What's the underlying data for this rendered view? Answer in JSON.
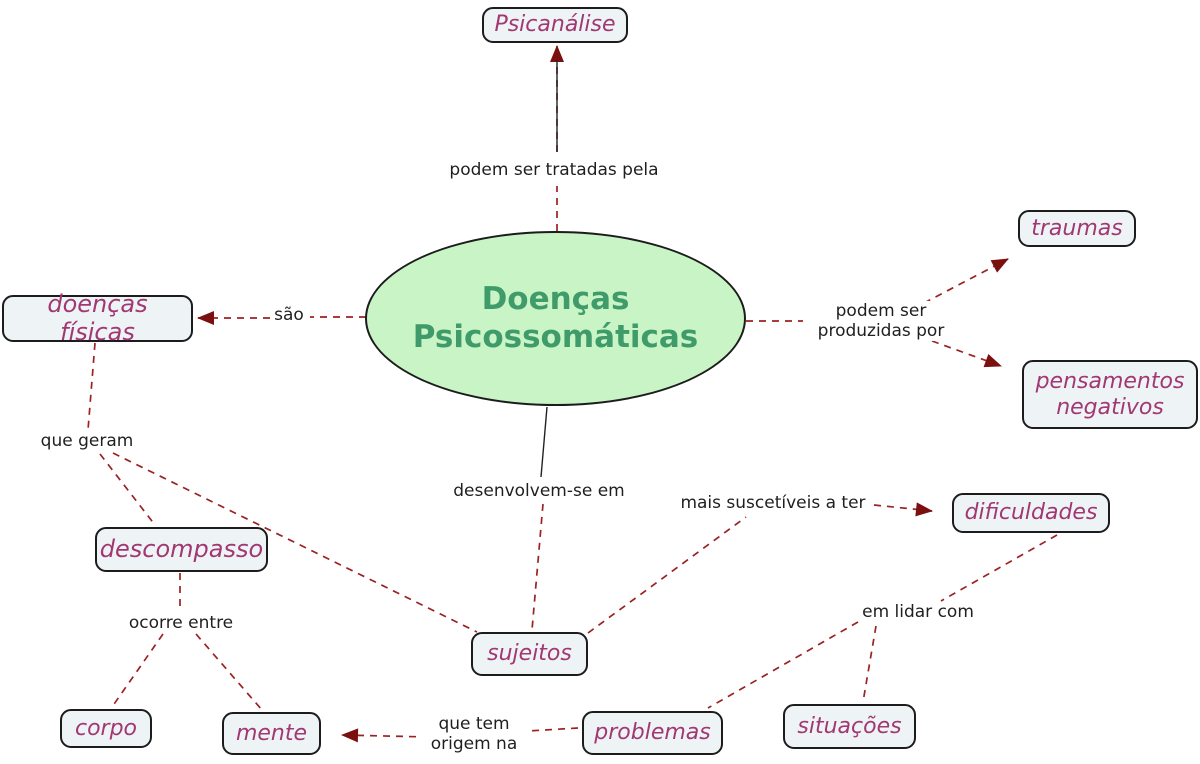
{
  "diagram": {
    "center_concept": "Doenças Psicossomáticas",
    "concepts": {
      "psicanalise": "Psicanálise",
      "doencas_fisicas": "doenças físicas",
      "traumas": "traumas",
      "pensamentos_negativos": "pensamentos negativos",
      "descompasso": "descompasso",
      "sujeitos": "sujeitos",
      "dificuldades": "dificuldades",
      "corpo": "corpo",
      "mente": "mente",
      "situacoes": "situações",
      "problemas": "problemas"
    },
    "linking_phrases": {
      "tratadas": "podem ser tratadas pela",
      "sao": "são",
      "produzidas": "podem ser produzidas por",
      "que_geram": "que geram",
      "desenvolvem": "desenvolvem-se em",
      "suscetiveis": "mais suscetíveis a ter",
      "ocorre_entre": "ocorre entre",
      "em_lidar": "em lidar com",
      "origem": "que tem origem na"
    },
    "colors": {
      "concept_fill": "#eef3f6",
      "concept_border": "#1c1c1c",
      "concept_text": "#a13872",
      "center_fill": "#c9f4c5",
      "center_text": "#3f9b69",
      "edge_dash": "#9b2222",
      "arrowhead": "#7a1010",
      "solid_line": "#222222",
      "phrase_text": "#1f1f1f"
    }
  }
}
